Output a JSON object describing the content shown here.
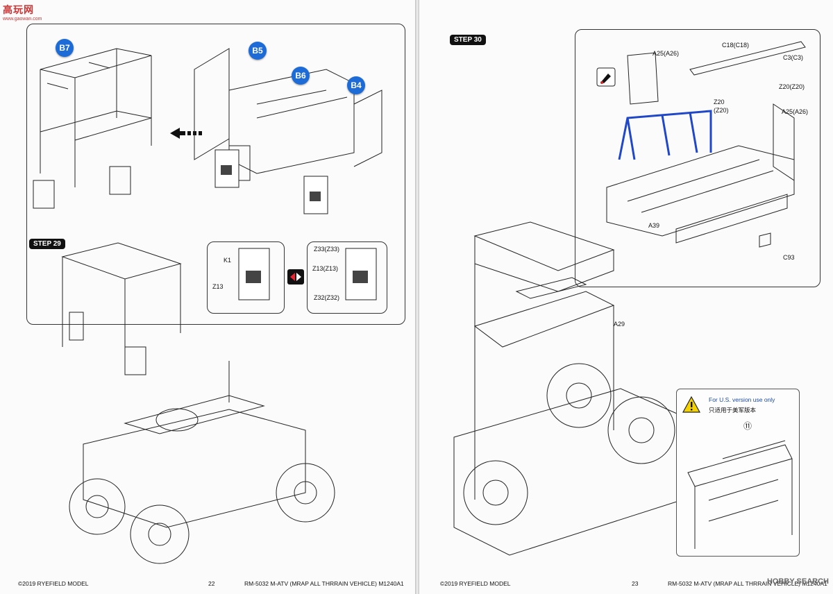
{
  "watermark": {
    "title": "高玩网",
    "url": "www.gaowan.com"
  },
  "left_page": {
    "step_label": "STEP 29",
    "badges": [
      "B7",
      "B5",
      "B6",
      "B4"
    ],
    "part_labels": {
      "k1": "K1",
      "z13": "Z13",
      "z33": "Z33(Z33)",
      "z13b": "Z13(Z13)",
      "z32": "Z32(Z32)"
    },
    "footer": {
      "copyright": "©2019 RYEFIELD MODEL",
      "page_number": "22",
      "title": "RM-5032 M-ATV (MRAP ALL THRRAIN VEHICLE) M1240A1"
    }
  },
  "right_page": {
    "step_label": "STEP 30",
    "part_labels": {
      "a25_top": "A25(A26)",
      "c18": "C18(C18)",
      "c3": "C3(C3)",
      "z20_right": "Z20(Z20)",
      "z20_left_a": "Z20",
      "z20_left_b": "(Z20)",
      "a25_right": "A25(A26)",
      "a39": "A39",
      "c93": "C93",
      "a29": "A29"
    },
    "note": {
      "en": "For U.S. version use only",
      "cn": "只适用于美军版本",
      "marker": "⑪"
    },
    "footer": {
      "copyright": "©2019 RYEFIELD MODEL",
      "page_number": "23",
      "title": "RM-5032 M-ATV (MRAP ALL THRRAIN VEHICLE) M1240A1"
    },
    "corner_brand": "HOBBY SEARCH"
  },
  "colors": {
    "badge": "#1d6bd6",
    "rail_blue": "#1f47c8",
    "warning_text": "#1a4aa8",
    "warning_yellow": "#f3d200"
  }
}
